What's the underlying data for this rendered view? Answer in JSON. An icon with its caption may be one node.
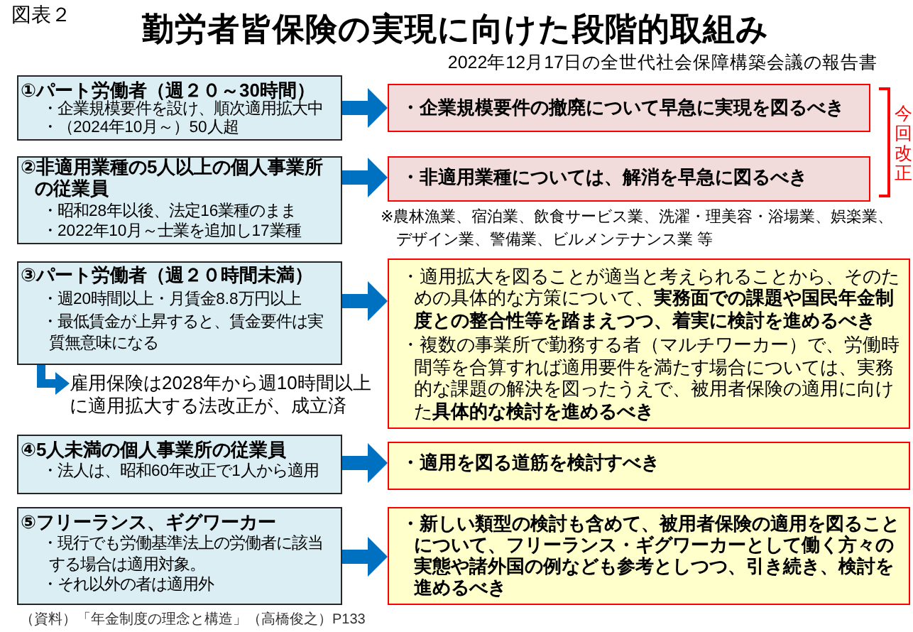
{
  "diagram": {
    "title": "勤労者皆保険の実現に向けた段階的取組み",
    "caption": "（資料）「年金制度の理念と構造」（高橋俊之）P133",
    "nodes": [
      {
        "text": [
          "①パート労働者（週２０～30時間）",
          "・企業規模要件を設け、順次適用拡大中",
          "・（2024年10月～）50人超"
        ]
      },
      {
        "text": [
          "・企業規模要件の撤廃について早急に実現を図るべき"
        ]
      },
      {
        "text": [
          "②非適用業種の5人以上の個人事業所の従業員",
          "・昭和28年以後、法定16業種のまま",
          "・2022年10月～士業を追加し17業種"
        ]
      },
      {
        "text": [
          "・非適用業種については、解消を早急に図るべき"
        ],
        "beside": [
          "※農林漁業、宿泊業、飲食サービス業、洗濯・理美容・浴場業、娯楽業、デザイン業、警備業、ビルメンテナンス業 等"
        ]
      },
      {
        "text": [
          "③パート労働者（週２０時間未満）",
          "・週20時間以上・月賃金8.8万円以上",
          "・最低賃金が上昇すると、賃金要件は実質無意味になる"
        ]
      },
      {
        "text": [
          "・適用拡大を図ることが適当と考えられることから、そのための具体的な方策について、**実務面での課題や国民年金制度との整合性等を踏まえつつ、着実に検討を進めるべき**",
          "・複数の事業所で勤務する者（マルチワーカー）で、労働時間等を合算すれば適用要件を満たす場合については、実務的な課題の解決を図ったうえで、被用者保険の適用に向けた**具体的な検討を進めるべき**"
        ]
      },
      {
        "text": [
          "雇用保険は2028年から週10時間以上に適用拡大する法改正が、成立済"
        ]
      },
      {
        "text": [
          "④5人未満の個人事業所の従業員",
          "・法人は、昭和60年改正で1人から適用"
        ]
      },
      {
        "text": [
          "・適用を図る道筋を検討すべき"
        ]
      },
      {
        "text": [
          "⑤フリーランス、ギグワーカー",
          "・現行でも労働基準法上の労働者に該当する場合は適用対象。",
          "・それ以外の者は適用外"
        ]
      },
      {
        "text": [
          "・新しい類型の検討も含めて、被用者保険の適用を図ることについて、フリーランス・ギグワーカーとして働く方々の実態や諸外国の例なども参考としつつ、引き続き、検討を進めるべき"
        ]
      }
    ],
    "edges": [
      {
        "from": 0,
        "to": 1,
        "arrow": "to"
      },
      {
        "from": 2,
        "to": 3,
        "arrow": "to"
      },
      {
        "from": 4,
        "to": 5,
        "arrow": "to"
      },
      {
        "from": 4,
        "to": 6,
        "arrow": "to"
      },
      {
        "from": 7,
        "to": 8,
        "arrow": "to"
      },
      {
        "from": 9,
        "to": 10,
        "arrow": "to"
      }
    ],
    "labels": [
      "図表２",
      "2022年12月17日の全世代社会保障構築会議の報告書",
      "今回改正"
    ]
  }
}
